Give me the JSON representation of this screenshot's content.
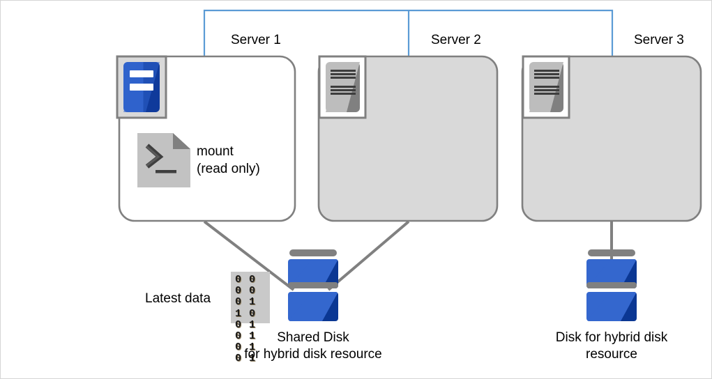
{
  "diagram": {
    "title_bar_color": "#5b9bd5",
    "line_color": "#808080",
    "active_server_color": "#2b5fc9",
    "inactive_server_color": "#808080",
    "servers": [
      {
        "id": "server-1",
        "label": "Server 1",
        "state": "active",
        "body_fill": "#ffffff",
        "icon_name": "server-active-icon",
        "mount_label_line1": "mount",
        "mount_label_line2": "(read only)",
        "mount_icon_name": "terminal-document-icon"
      },
      {
        "id": "server-2",
        "label": "Server 2",
        "state": "inactive",
        "body_fill": "#d9d9d9",
        "icon_name": "server-inactive-icon"
      },
      {
        "id": "server-3",
        "label": "Server 3",
        "state": "inactive",
        "body_fill": "#d9d9d9",
        "icon_name": "server-inactive-icon"
      }
    ],
    "latest_data": {
      "label": "Latest data",
      "binary_rows": [
        "0 0 0 0",
        "0 1 1 0",
        "0 1 0 1",
        "0 1 0 1"
      ]
    },
    "disks": [
      {
        "id": "shared-disk",
        "icon_name": "disk-stack-icon",
        "caption_line1": "Shared Disk",
        "caption_line2": " for hybrid disk resource"
      },
      {
        "id": "hybrid-disk",
        "icon_name": "disk-stack-icon",
        "caption_line1": "Disk for hybrid disk",
        "caption_line2": "resource"
      }
    ]
  }
}
